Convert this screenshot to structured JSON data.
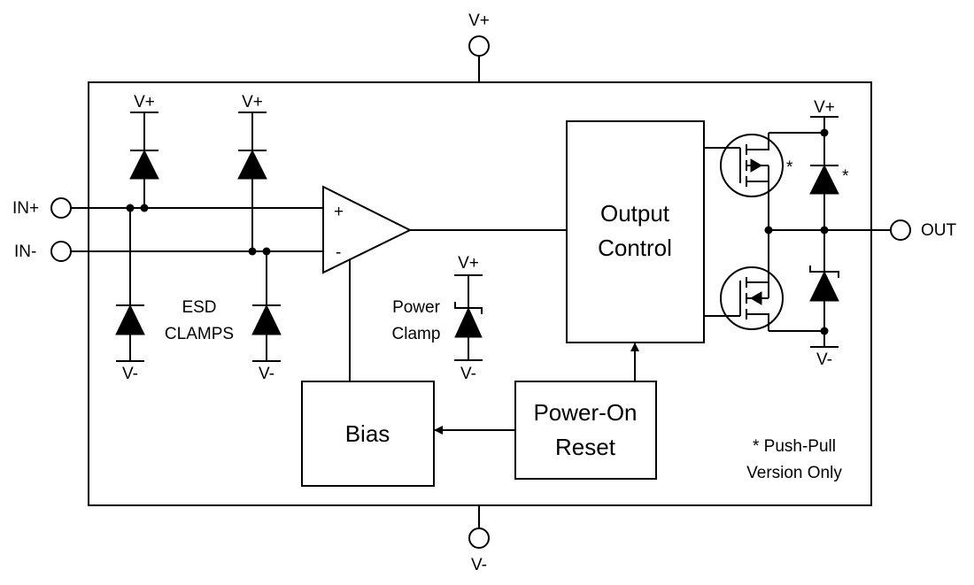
{
  "pins": {
    "supply_pos": "V+",
    "supply_neg": "V-",
    "in_pos": "IN+",
    "in_neg": "IN-",
    "out": "OUT"
  },
  "labels": {
    "esd_clamps_line1": "ESD",
    "esd_clamps_line2": "CLAMPS",
    "power_clamp_line1": "Power",
    "power_clamp_line2": "Clamp",
    "opamp_plus": "+",
    "opamp_minus": "-",
    "star": "*",
    "footnote_line1": "* Push-Pull",
    "footnote_line2": "Version Only"
  },
  "blocks": {
    "output_control_line1": "Output",
    "output_control_line2": "Control",
    "bias": "Bias",
    "por_line1": "Power-On",
    "por_line2": "Reset"
  },
  "rails": {
    "vplus": "V+",
    "vminus": "V-"
  }
}
